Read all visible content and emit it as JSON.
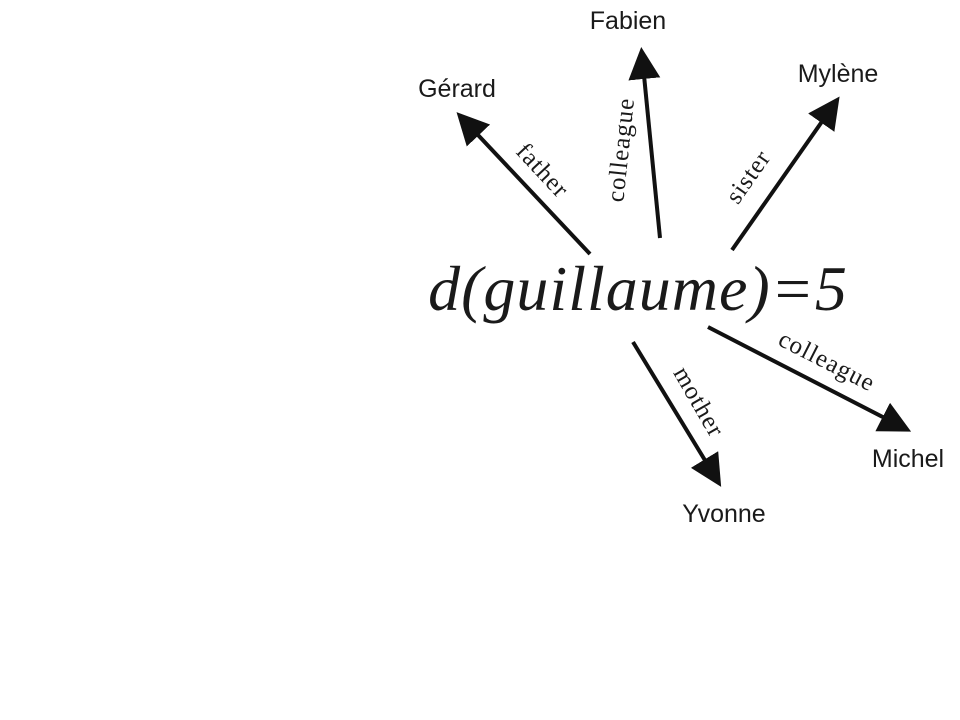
{
  "center": {
    "label": "d(guillaume)=5"
  },
  "edges": [
    {
      "id": "father",
      "relation": "father",
      "target": "Gérard"
    },
    {
      "id": "colleague-top",
      "relation": "colleague",
      "target": "Fabien"
    },
    {
      "id": "sister",
      "relation": "sister",
      "target": "Mylène"
    },
    {
      "id": "mother",
      "relation": "mother",
      "target": "Yvonne"
    },
    {
      "id": "colleague-bottom",
      "relation": "colleague",
      "target": "Michel"
    }
  ],
  "colors": {
    "ink": "#111111",
    "background": "#ffffff"
  }
}
